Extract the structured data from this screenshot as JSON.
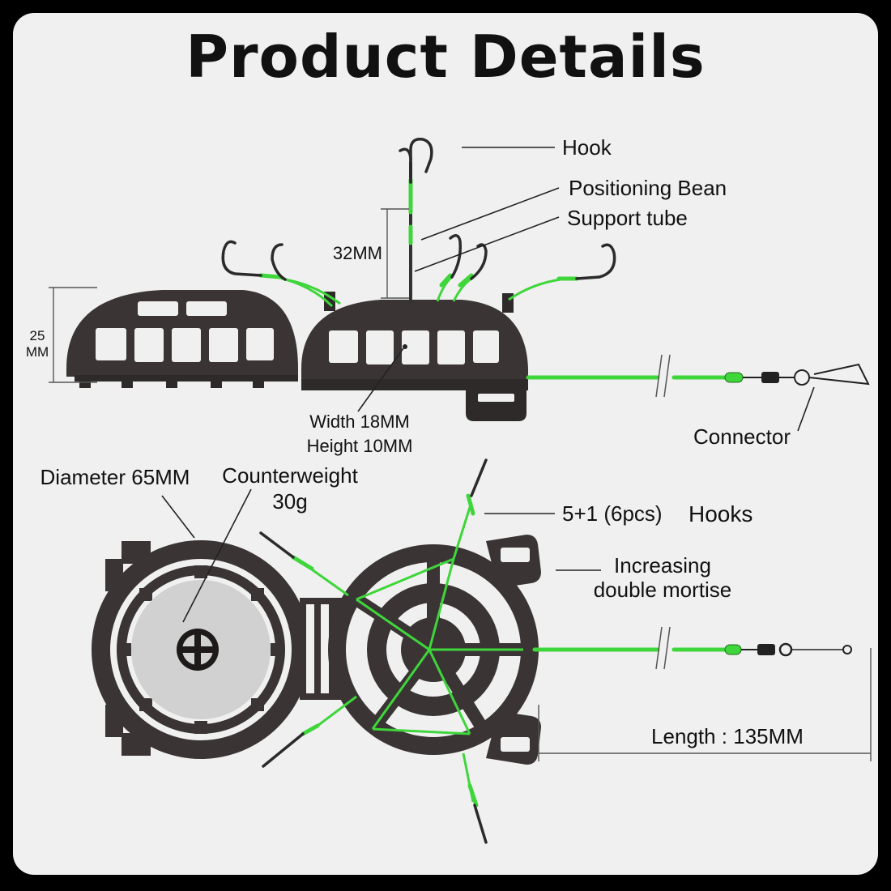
{
  "title": "Product Details",
  "labels": {
    "hook": "Hook",
    "positioning_bean": "Positioning Bean",
    "support_tube": "Support tube",
    "dim_32": "32MM",
    "dim_25_a": "25",
    "dim_25_b": "MM",
    "width": "Width 18MM",
    "height": "Height 10MM",
    "connector": "Connector",
    "diameter": "Diameter 65MM",
    "counterweight": "Counterweight",
    "counterweight_value": "30g",
    "hooks_count": "5+1 (6pcs)",
    "hooks_word": "Hooks",
    "increasing": "Increasing",
    "double_mortise": "double mortise",
    "length": "Length : 135MM"
  },
  "colors": {
    "line_green": "#3ed63a",
    "body_dark": "#3a3434",
    "weight_grey": "#d2d1d2",
    "background": "#f1f0f1"
  }
}
